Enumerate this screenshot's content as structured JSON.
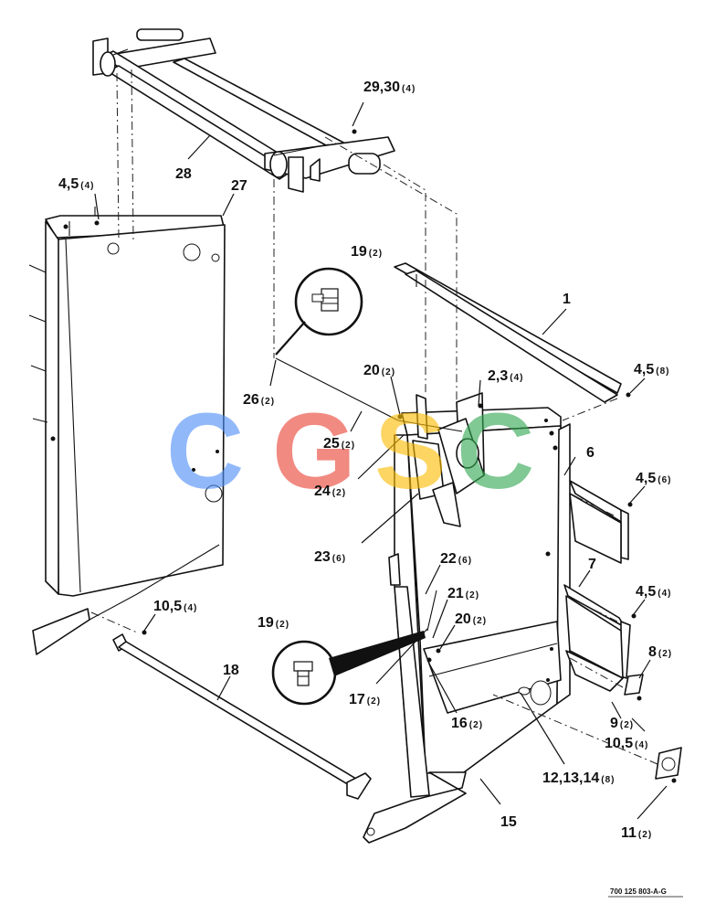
{
  "figure": {
    "ref_number": "700 125 803-A-G"
  },
  "watermark": {
    "letters": [
      "C",
      "G",
      "S",
      "C"
    ],
    "colors": [
      "#4f8ff7",
      "#ea4335",
      "#fbbc05",
      "#34a853"
    ]
  },
  "callouts": [
    {
      "id": "c29",
      "num": "29,30",
      "qty": "(4)"
    },
    {
      "id": "c28",
      "num": "28",
      "qty": ""
    },
    {
      "id": "c4a",
      "num": "4,5",
      "qty": "(4)"
    },
    {
      "id": "c27",
      "num": "27",
      "qty": ""
    },
    {
      "id": "c19a",
      "num": "19",
      "qty": "(2)"
    },
    {
      "id": "c1",
      "num": "1",
      "qty": ""
    },
    {
      "id": "c4b",
      "num": "4,5",
      "qty": "(8)"
    },
    {
      "id": "c20a",
      "num": "20",
      "qty": "(2)"
    },
    {
      "id": "c2",
      "num": "2,3",
      "qty": "(4)"
    },
    {
      "id": "c26",
      "num": "26",
      "qty": "(2)"
    },
    {
      "id": "c25",
      "num": "25",
      "qty": "(2)"
    },
    {
      "id": "c6",
      "num": "6",
      "qty": ""
    },
    {
      "id": "c4c",
      "num": "4,5",
      "qty": "(6)"
    },
    {
      "id": "c24",
      "num": "24",
      "qty": "(2)"
    },
    {
      "id": "c23",
      "num": "23",
      "qty": "(6)"
    },
    {
      "id": "c22",
      "num": "22",
      "qty": "(6)"
    },
    {
      "id": "c7",
      "num": "7",
      "qty": ""
    },
    {
      "id": "c4d",
      "num": "4,5",
      "qty": "(4)"
    },
    {
      "id": "c21",
      "num": "21",
      "qty": "(2)"
    },
    {
      "id": "c10a",
      "num": "10,5",
      "qty": "(4)"
    },
    {
      "id": "c19b",
      "num": "19",
      "qty": "(2)"
    },
    {
      "id": "c20b",
      "num": "20",
      "qty": "(2)"
    },
    {
      "id": "c8",
      "num": "8",
      "qty": "(2)"
    },
    {
      "id": "c18",
      "num": "18",
      "qty": ""
    },
    {
      "id": "c17",
      "num": "17",
      "qty": "(2)"
    },
    {
      "id": "c9",
      "num": "9",
      "qty": "(2)"
    },
    {
      "id": "c16",
      "num": "16",
      "qty": "(2)"
    },
    {
      "id": "c10b",
      "num": "10,5",
      "qty": "(4)"
    },
    {
      "id": "c12",
      "num": "12,13,14",
      "qty": "(8)"
    },
    {
      "id": "c15",
      "num": "15",
      "qty": ""
    },
    {
      "id": "c11",
      "num": "11",
      "qty": "(2)"
    }
  ]
}
